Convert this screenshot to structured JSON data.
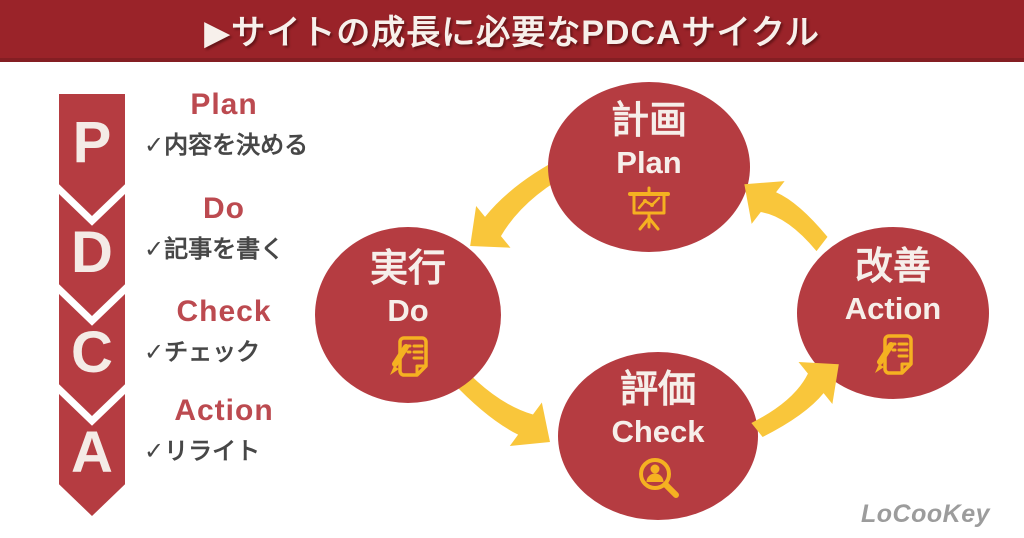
{
  "header": {
    "title": "▶サイトの成長に必要なPDCAサイクル"
  },
  "legend": {
    "letters": [
      "P",
      "D",
      "C",
      "A"
    ],
    "items": [
      {
        "label": "Plan",
        "note": "✓内容を決める"
      },
      {
        "label": "Do",
        "note": "✓記事を書く"
      },
      {
        "label": "Check",
        "note": "✓チェック"
      },
      {
        "label": "Action",
        "note": "✓リライト"
      }
    ]
  },
  "cycle": {
    "nodes": [
      {
        "jp": "計画",
        "en": "Plan",
        "icon": "presentation-chart-icon"
      },
      {
        "jp": "実行",
        "en": "Do",
        "icon": "memo-pencil-icon"
      },
      {
        "jp": "評価",
        "en": "Check",
        "icon": "magnifier-user-icon"
      },
      {
        "jp": "改善",
        "en": "Action",
        "icon": "memo-pencil-icon"
      }
    ]
  },
  "watermark": "LoCooKey",
  "colors": {
    "banner": "#9A2329",
    "node": "#B53C41",
    "arrow": "#F9C63B",
    "icon": "#F5B121",
    "heading_red": "#BC4A50",
    "note_gray": "#474747",
    "watermark_gray": "#9C9C9C"
  }
}
